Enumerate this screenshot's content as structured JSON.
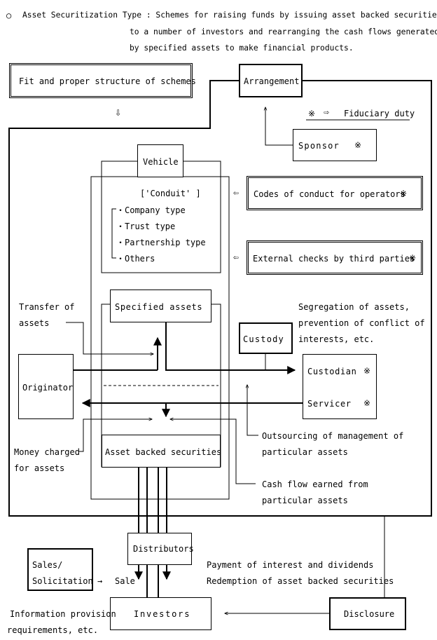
{
  "header": {
    "bullet": "○",
    "line1": "Asset Securitization Type : Schemes for raising funds by issuing asset backed securities",
    "line2": "to a number of investors and rearranging the cash flows generated",
    "line3": "by specified assets to make financial products."
  },
  "boxes": {
    "fit_proper": "Fit and proper structure of schemes",
    "arrangement": "Arrangement",
    "sponsor": "Sponsor",
    "vehicle": "Vehicle",
    "codes_of_conduct": "Codes of conduct for operators",
    "external_checks": "External checks by third parties",
    "specified_assets": "Specified assets",
    "custody": "Custody",
    "custodian": "Custodian",
    "servicer": "Servicer",
    "originator": "Originator",
    "abs": "Asset backed securities",
    "distributors": "Distributors",
    "sales_solicitation_1": "Sales/",
    "sales_solicitation_2": "Solicitation",
    "investors": "Investors",
    "disclosure": "Disclosure"
  },
  "marks": {
    "asterisk": "※",
    "hollow_arrow_down": "⇩",
    "hollow_arrow_left": "⇦",
    "hollow_arrow_right": "⇨",
    "arrow_right": "→"
  },
  "labels": {
    "fiduciary_duty": "Fiduciary duty",
    "conduit": "['Conduit' ]",
    "conduit_types": [
      "・Company type",
      "・Trust type",
      "・Partnership type",
      "・Others"
    ],
    "transfer_of_assets": [
      "Transfer of",
      "assets"
    ],
    "segregation": [
      "Segregation of assets,",
      "prevention of conflict of",
      "interests, etc."
    ],
    "outsourcing": [
      "Outsourcing of management of",
      "particular assets"
    ],
    "money_charged": [
      "Money charged",
      "for assets"
    ],
    "cash_flow": [
      "Cash flow earned from",
      "particular assets"
    ],
    "sale": "Sale",
    "payment": [
      "Payment of interest and dividends",
      "Redemption of asset backed securities"
    ],
    "info_provision": [
      "Information provision",
      "requirements, etc."
    ]
  }
}
